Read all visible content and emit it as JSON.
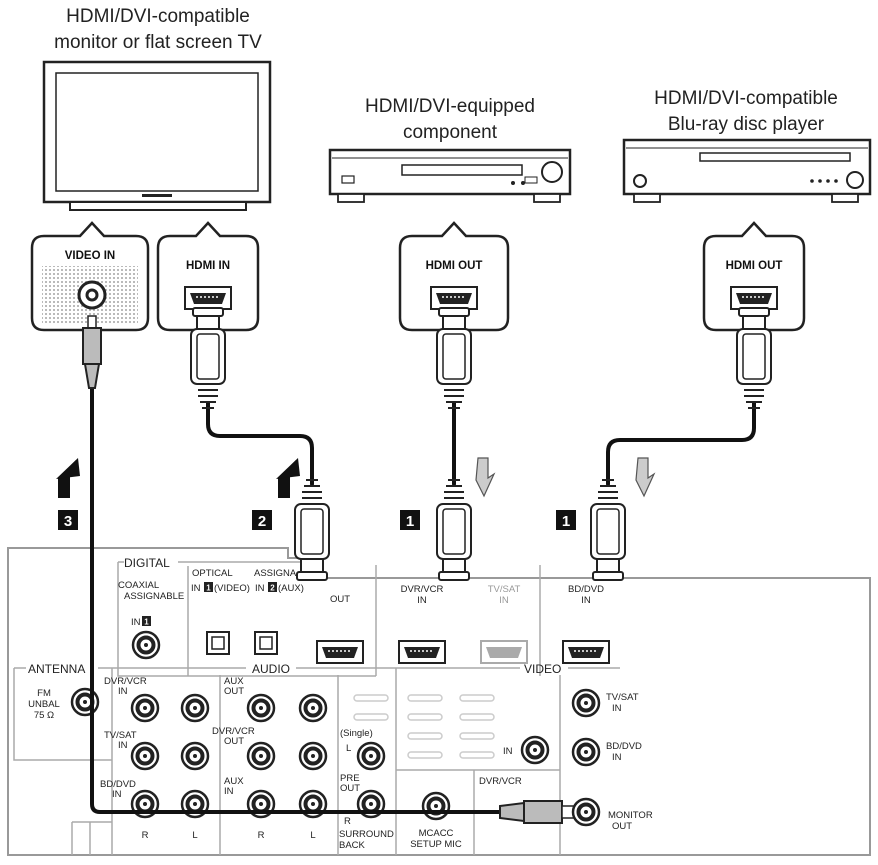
{
  "devices": {
    "tv_caption": [
      "HDMI/DVI-compatible",
      "monitor or flat screen TV"
    ],
    "component_caption": [
      "HDMI/DVI-equipped",
      "component"
    ],
    "bluray_caption": [
      "HDMI/DVI-compatible",
      "Blu-ray disc player"
    ]
  },
  "callouts": {
    "video_in": "VIDEO IN",
    "hdmi_in": "HDMI IN",
    "hdmi_out_component": "HDMI OUT",
    "hdmi_out_bluray": "HDMI OUT"
  },
  "steps": {
    "video_cable": "3",
    "monitor_cable": "2",
    "dvr_cable": "1",
    "bd_cable": "1"
  },
  "receiver": {
    "digital_group": "DIGITAL",
    "coaxial": [
      "COAXIAL",
      "ASSIGNABLE"
    ],
    "coax_in": "IN",
    "coax_in_num": "1",
    "optical": "OPTICAL",
    "optical_in1": "(VIDEO)",
    "optical_in2": "(AUX)",
    "assignable": "ASSIGNA",
    "optical_in_prefix": "IN",
    "optical_in1_num": "1",
    "optical_in2_num": "2",
    "hdmi_out": "OUT",
    "hdmi_dvr": [
      "DVR/VCR",
      "IN"
    ],
    "hdmi_tvsat": [
      "TV/SAT",
      "IN"
    ],
    "hdmi_bddvd": [
      "BD/DVD",
      "IN"
    ],
    "antenna_group": "ANTENNA",
    "fm": [
      "FM",
      "UNBAL",
      "75 Ω"
    ],
    "audio_group": "AUDIO",
    "video_group": "VIDEO",
    "audio_dvr": [
      "DVR/VCR",
      "IN"
    ],
    "audio_tvsat": [
      "TV/SAT",
      "IN"
    ],
    "audio_bddvd": [
      "BD/DVD",
      "IN"
    ],
    "aux_out": [
      "AUX",
      "OUT"
    ],
    "dvr_out": [
      "DVR/VCR",
      "OUT"
    ],
    "aux_in": [
      "AUX",
      "IN"
    ],
    "single": "(Single)",
    "l": "L",
    "r": "R",
    "pre_out": [
      "PRE",
      "OUT"
    ],
    "surround_back": [
      "SURROUND",
      "BACK"
    ],
    "mcacc": [
      "MCACC",
      "SETUP MIC"
    ],
    "video_in": "IN",
    "video_dvr": "DVR/VCR",
    "video_tvsat": [
      "TV/SAT",
      "IN"
    ],
    "video_bddvd": [
      "BD/DVD",
      "IN"
    ],
    "monitor_out": [
      "MONITOR",
      "OUT"
    ]
  }
}
